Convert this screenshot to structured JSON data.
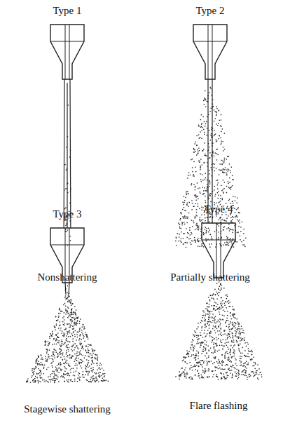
{
  "diagram": {
    "labels": [
      "Type 1",
      "Type 2",
      "Nonshattering",
      "Partially shattering",
      "Type 3",
      "Type 4",
      "Stagewise shattering",
      "Flare flashing"
    ]
  }
}
